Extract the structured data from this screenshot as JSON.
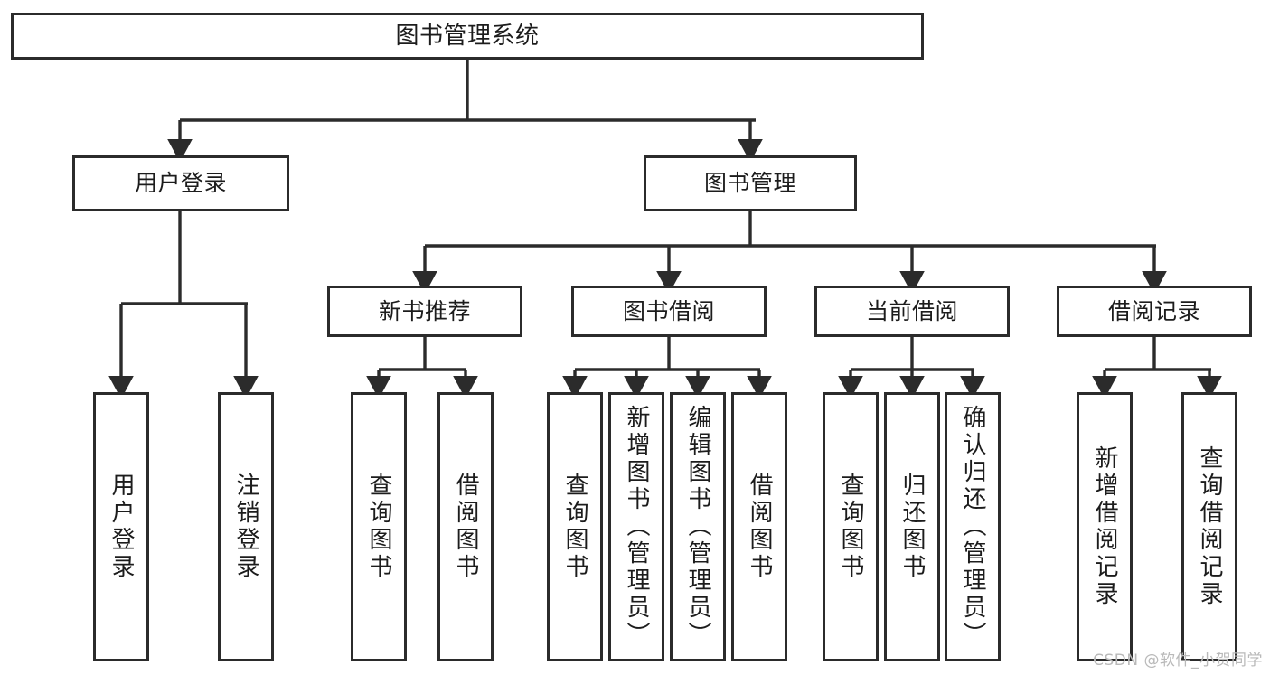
{
  "diagram": {
    "title": "图书管理系统",
    "type": "tree-hierarchy-chart",
    "root": {
      "label": "图书管理系统"
    },
    "level1": [
      {
        "label": "用户登录"
      },
      {
        "label": "图书管理"
      }
    ],
    "level2": [
      {
        "label": "新书推荐"
      },
      {
        "label": "图书借阅"
      },
      {
        "label": "当前借阅"
      },
      {
        "label": "借阅记录"
      }
    ],
    "leaves": {
      "user_login": [
        {
          "label": "用户登录"
        },
        {
          "label": "注销登录"
        }
      ],
      "new_book_recommend": [
        {
          "label": "查询图书"
        },
        {
          "label": "借阅图书"
        }
      ],
      "book_borrow": [
        {
          "label": "查询图书"
        },
        {
          "label": "新增图书（管理员）"
        },
        {
          "label": "编辑图书（管理员）"
        },
        {
          "label": "借阅图书"
        }
      ],
      "current_borrow": [
        {
          "label": "查询图书"
        },
        {
          "label": "归还图书"
        },
        {
          "label": "确认归还（管理员）"
        }
      ],
      "borrow_record": [
        {
          "label": "新增借阅记录"
        },
        {
          "label": "查询借阅记录"
        }
      ]
    },
    "watermark": "CSDN @软件_小贺同学",
    "colors": {
      "stroke": "#2b2b2b",
      "fill": "#ffffff",
      "text": "#1c1c1c",
      "watermark": "#b9b9b9"
    }
  }
}
